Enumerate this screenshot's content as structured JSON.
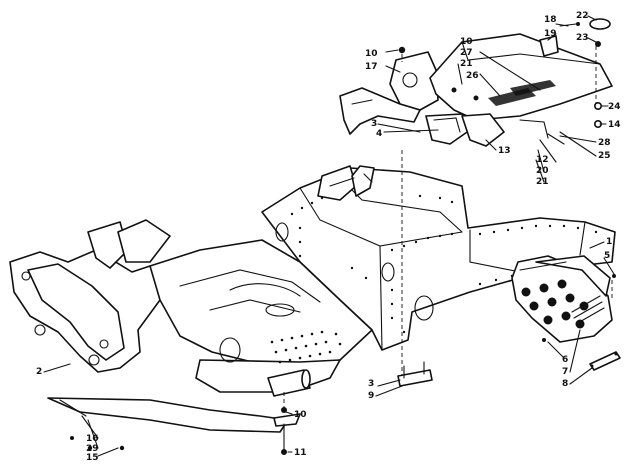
{
  "callouts": [
    {
      "id": "c1",
      "text": "1"
    },
    {
      "id": "c2",
      "text": "2"
    },
    {
      "id": "c3a",
      "text": "3"
    },
    {
      "id": "c3b",
      "text": "3"
    },
    {
      "id": "c4",
      "text": "4"
    },
    {
      "id": "c5",
      "text": "5"
    },
    {
      "id": "c6",
      "text": "6"
    },
    {
      "id": "c7",
      "text": "7"
    },
    {
      "id": "c8",
      "text": "8"
    },
    {
      "id": "c9",
      "text": "9"
    },
    {
      "id": "c10a",
      "text": "10"
    },
    {
      "id": "c10b",
      "text": "10"
    },
    {
      "id": "c10c",
      "text": "10"
    },
    {
      "id": "c11",
      "text": "11"
    },
    {
      "id": "c12",
      "text": "12"
    },
    {
      "id": "c13",
      "text": "13"
    },
    {
      "id": "c14",
      "text": "14"
    },
    {
      "id": "c15",
      "text": "15"
    },
    {
      "id": "c16",
      "text": "16"
    },
    {
      "id": "c17",
      "text": "17"
    },
    {
      "id": "c18",
      "text": "18"
    },
    {
      "id": "c19",
      "text": "19"
    },
    {
      "id": "c20",
      "text": "20"
    },
    {
      "id": "c21a",
      "text": "21"
    },
    {
      "id": "c21b",
      "text": "21"
    },
    {
      "id": "c22",
      "text": "22"
    },
    {
      "id": "c23",
      "text": "23"
    },
    {
      "id": "c24",
      "text": "24"
    },
    {
      "id": "c25",
      "text": "25"
    },
    {
      "id": "c26",
      "text": "26"
    },
    {
      "id": "c27",
      "text": "27"
    },
    {
      "id": "c28",
      "text": "28"
    },
    {
      "id": "c29",
      "text": "29"
    }
  ]
}
